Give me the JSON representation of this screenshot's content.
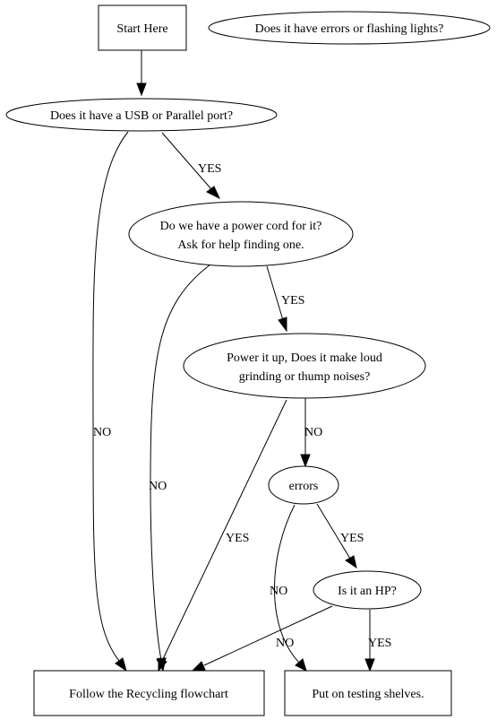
{
  "nodes": {
    "start": {
      "label": "Start Here",
      "shape": "box"
    },
    "errors_lights": {
      "label": "Does it have errors or flashing lights?",
      "shape": "ellipse"
    },
    "usb_port": {
      "label": "Does it have a USB or Parallel port?",
      "shape": "ellipse"
    },
    "power_cord": {
      "line1": "Do we have a power cord for it?",
      "line2": "Ask for help finding one.",
      "shape": "ellipse"
    },
    "power_up": {
      "line1": "Power it up, Does it make loud",
      "line2": "grinding or thump noises?",
      "shape": "ellipse"
    },
    "errors": {
      "label": "errors",
      "shape": "ellipse"
    },
    "is_hp": {
      "label": "Is it an HP?",
      "shape": "ellipse"
    },
    "recycling": {
      "label": "Follow the Recycling flowchart",
      "shape": "box"
    },
    "testing": {
      "label": "Put on testing shelves.",
      "shape": "box"
    }
  },
  "edges": [
    {
      "id": "start-to-usb",
      "from": "start",
      "to": "usb_port",
      "label": ""
    },
    {
      "id": "usb-to-power-cord",
      "from": "usb_port",
      "to": "power_cord",
      "label": "YES"
    },
    {
      "id": "usb-to-recycling",
      "from": "usb_port",
      "to": "recycling",
      "label": "NO"
    },
    {
      "id": "power-cord-to-power-up",
      "from": "power_cord",
      "to": "power_up",
      "label": "YES"
    },
    {
      "id": "power-cord-to-recycling",
      "from": "power_cord",
      "to": "recycling",
      "label": "NO"
    },
    {
      "id": "power-up-to-errors",
      "from": "power_up",
      "to": "errors",
      "label": "NO"
    },
    {
      "id": "power-up-to-recycling",
      "from": "power_up",
      "to": "recycling",
      "label": "YES"
    },
    {
      "id": "errors-to-hp",
      "from": "errors",
      "to": "is_hp",
      "label": "YES"
    },
    {
      "id": "errors-to-testing",
      "from": "errors",
      "to": "testing",
      "label": "NO"
    },
    {
      "id": "hp-to-recycling",
      "from": "is_hp",
      "to": "recycling",
      "label": "NO"
    },
    {
      "id": "hp-to-testing",
      "from": "is_hp",
      "to": "testing",
      "label": "YES"
    }
  ]
}
